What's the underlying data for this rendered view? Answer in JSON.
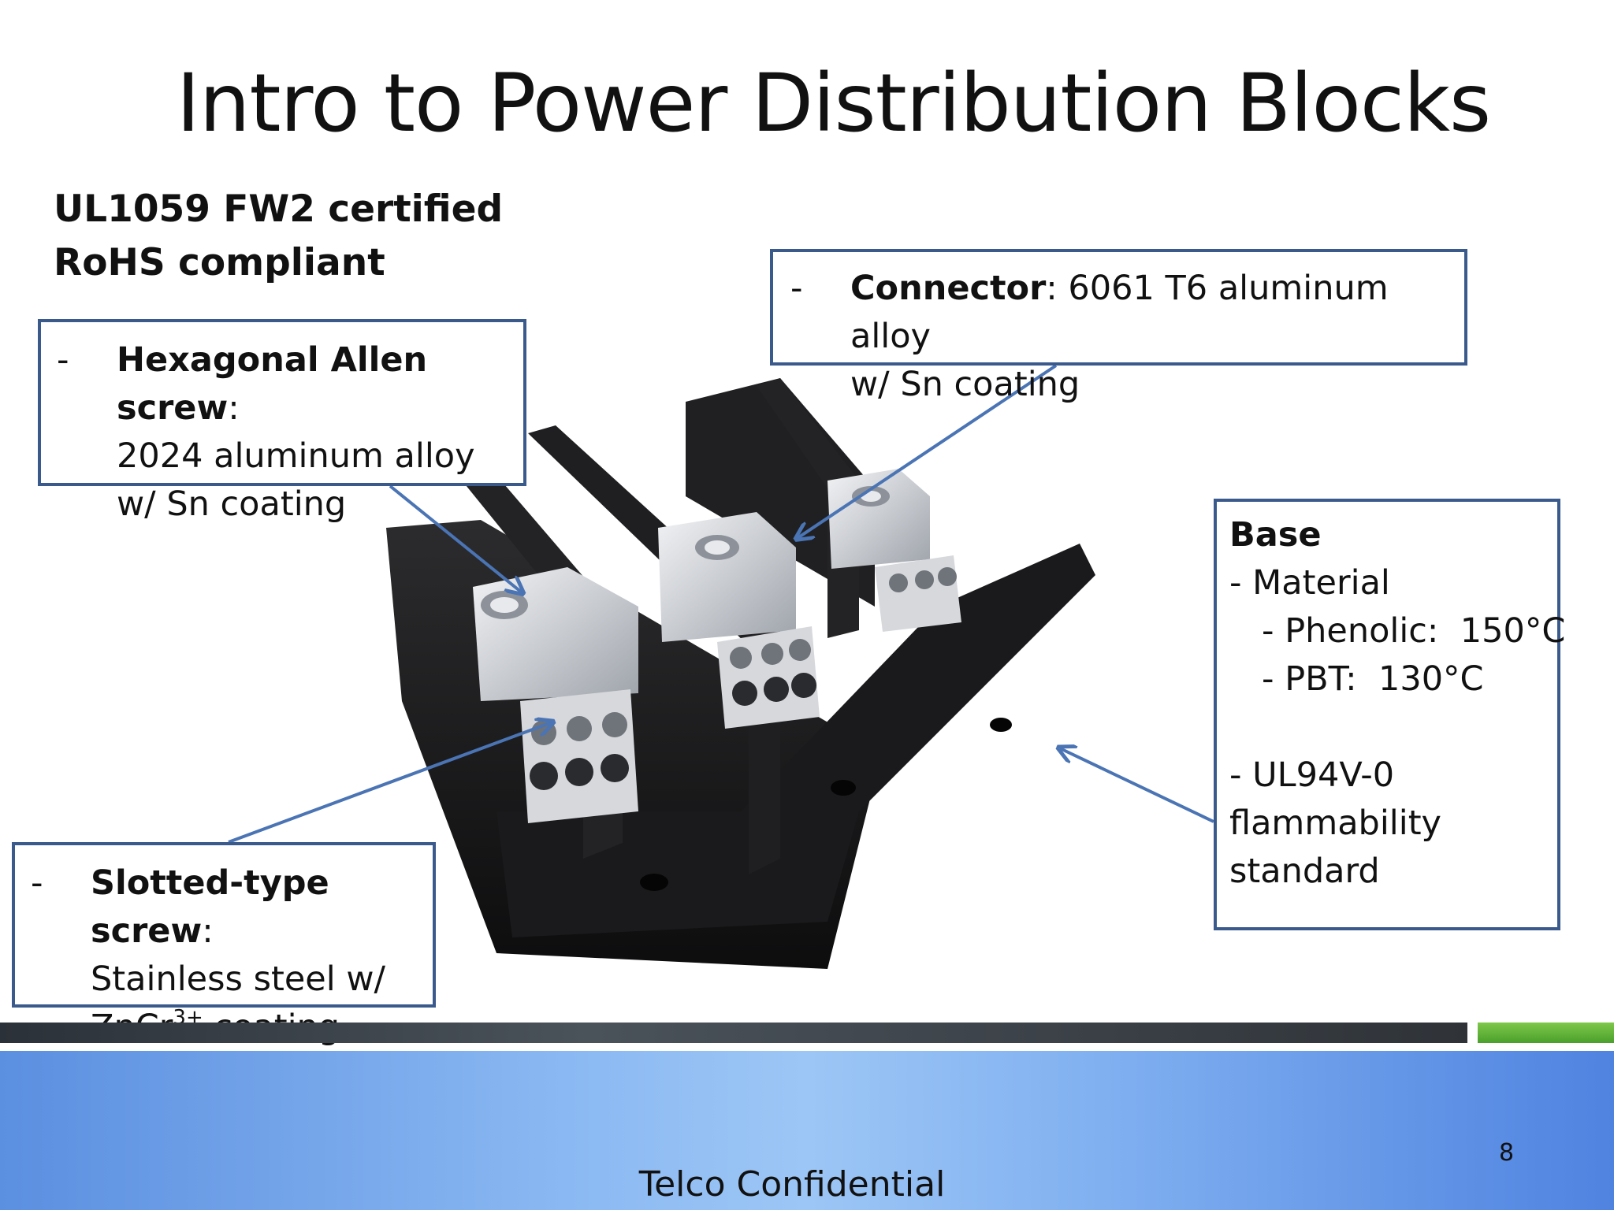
{
  "slide": {
    "title": "Intro to Power Distribution Blocks",
    "cert_line1": "UL1059  FW2 certified",
    "cert_line2": "RoHS compliant",
    "page_number": "8",
    "footer_text": "Telco Confidential"
  },
  "callouts": {
    "hex": {
      "dash": "-",
      "label": "Hexagonal Allen screw",
      "colon": ":",
      "line2": "2024 aluminum alloy",
      "line3": "w/ Sn coating"
    },
    "connector": {
      "dash": "-",
      "label": "Connector",
      "colon": ":  6061 T6 aluminum alloy",
      "line2": "w/ Sn coating"
    },
    "slotted": {
      "dash": "-",
      "label": "Slotted-type screw",
      "colon": ":",
      "line2": "Stainless steel w/",
      "line3_a": "ZnCr",
      "line3_sup": "3+",
      "line3_b": " coating"
    },
    "base": {
      "heading": "Base",
      "line1": "- Material",
      "line2": "   - Phenolic:  150°C",
      "line3": "   - PBT:  130°C",
      "line4": "- UL94V-0",
      "line5": "flammability",
      "line6": "standard"
    }
  },
  "colors": {
    "callout_border": "#3b5a8c",
    "arrow": "#4a74b4",
    "footer_accent": "#6fbf3f"
  }
}
